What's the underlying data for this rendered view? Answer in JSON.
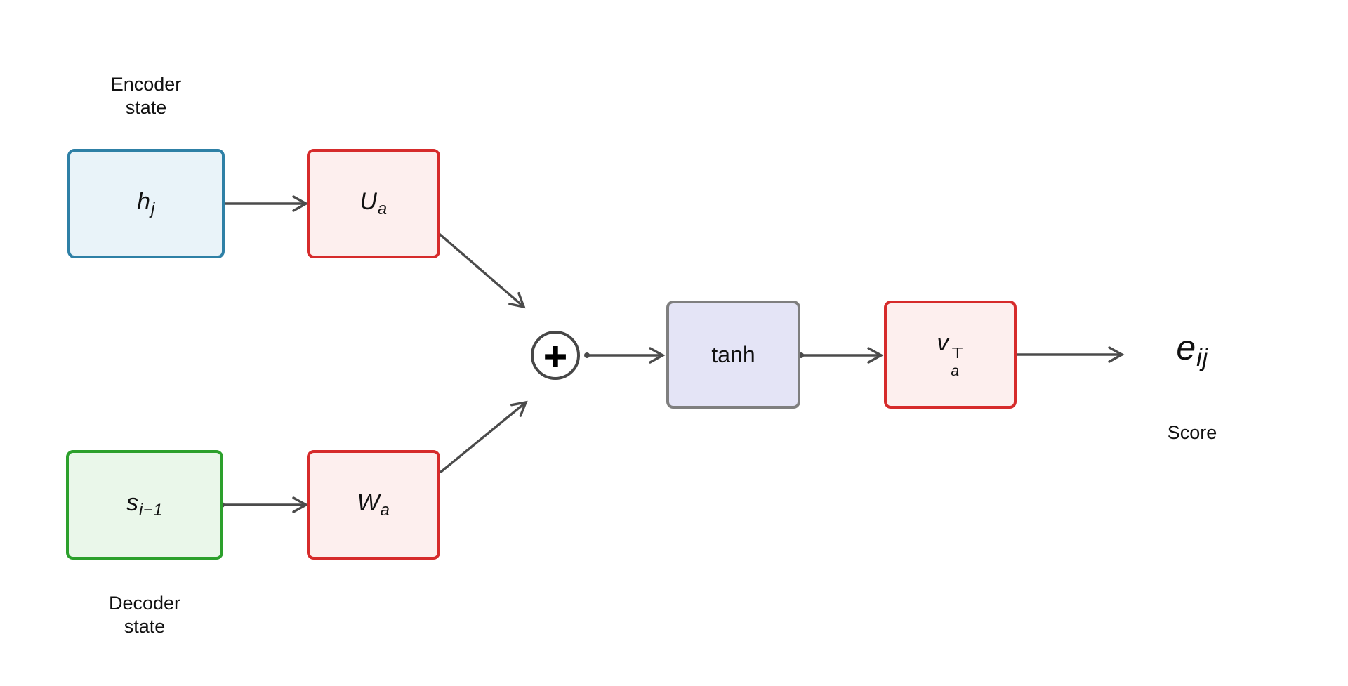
{
  "diagram": {
    "description": "Additive attention score computation diagram",
    "background": "#ffffff"
  },
  "labels": {
    "encoder_state": {
      "line1": "Encoder",
      "line2": "state"
    },
    "decoder_state": {
      "line1": "Decoder",
      "line2": "state"
    },
    "score": "Score"
  },
  "nodes": {
    "h": {
      "base": "h",
      "sub": "j"
    },
    "ua": {
      "base": "U",
      "sub": "a"
    },
    "s": {
      "base": "s",
      "sub": "i−1"
    },
    "wa": {
      "base": "W",
      "sub": "a"
    },
    "tanh": {
      "text": "tanh"
    },
    "va": {
      "base": "v",
      "sub": "a",
      "sup": "⊤"
    },
    "sum": {
      "symbol": "+"
    }
  },
  "output": {
    "base": "e",
    "sub": "ij"
  },
  "icons": {
    "sum_operator": "plus-icon"
  },
  "colors": {
    "arrow": "#4b4b4b",
    "text": "#111111",
    "encoder_box_border": "#2e80a6",
    "encoder_box_fill": "#e9f3f9",
    "decoder_box_border": "#2ca02c",
    "decoder_box_fill": "#eaf7ea",
    "weight_box_border": "#d62b2b",
    "weight_box_fill": "#fdefee",
    "tanh_box_border": "#7f7f7f",
    "tanh_box_fill": "#e4e4f6",
    "sum_circle_border": "#474747"
  }
}
